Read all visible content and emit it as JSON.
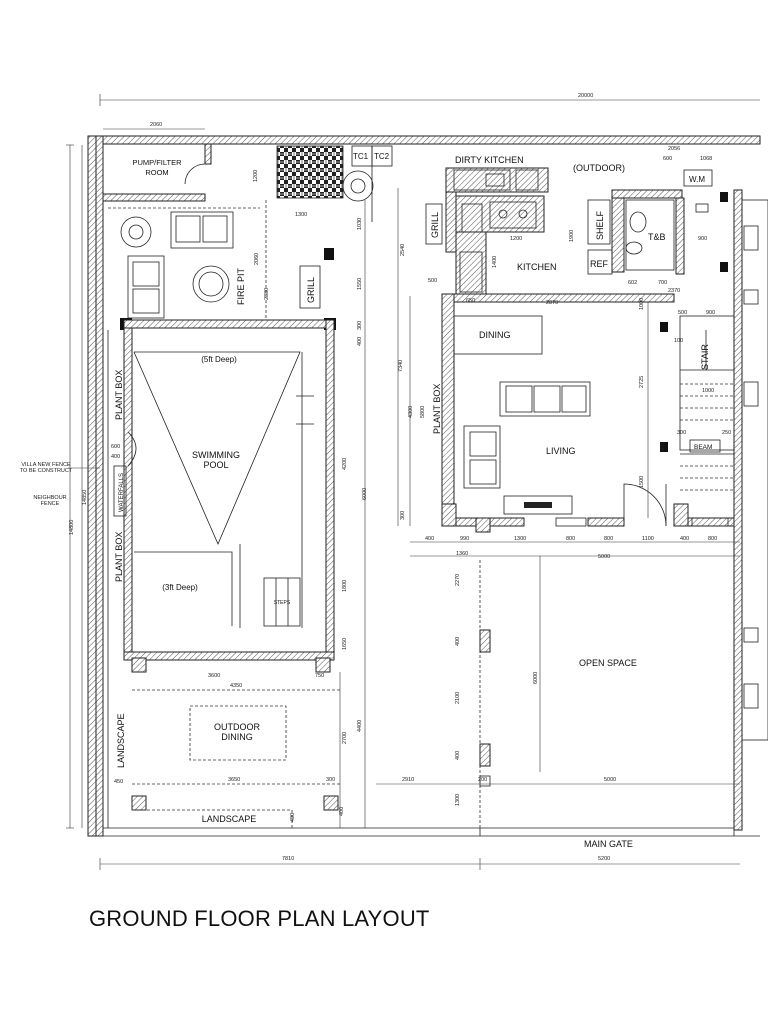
{
  "title": "GROUND FLOOR PLAN LAYOUT",
  "rooms": {
    "pump_filter": [
      "PUMP/FILTER",
      "ROOM"
    ],
    "tc1": "TC1",
    "tc2": "TC2",
    "dirty_kitchen": "DIRTY KITCHEN",
    "outdoor": "(OUTDOOR)",
    "wm": "W.M",
    "grill_kitchen": "GRILL",
    "shelf": "SHELF",
    "tb": "T&B",
    "kitchen": "KITCHEN",
    "ref": "REF",
    "fire_pit": "FIRE PIT",
    "grill_pool": "GRILL",
    "dining": "DINING",
    "plant_box_center": "PLANT BOX",
    "plant_box_left_top": "PLANT BOX",
    "plant_box_left_bottom": "PLANT BOX",
    "five_ft": "(5ft Deep)",
    "pool": [
      "SWIMMING",
      "POOL"
    ],
    "living": "LIVING",
    "stair": "STAIR",
    "beam": "BEAM",
    "waterfalls": "WATERFALLS",
    "three_ft": "(3ft Deep)",
    "steps": "STEPS",
    "open_space": "OPEN SPACE",
    "outdoor_dining": [
      "OUTDOOR",
      "DINING"
    ],
    "landscape_side": "LANDSCAPE",
    "landscape_bottom": "LANDSCAPE",
    "main_gate": "MAIN GATE"
  },
  "notes": {
    "villa_fence": [
      "VILLA NEW FENCE",
      "TO BE CONSTRUCT"
    ],
    "neighbour_fence": [
      "NEIGHBOUR",
      "FENCE"
    ]
  },
  "dims": {
    "top_total": "20000",
    "pump_w": "2060",
    "d1200a": "1200",
    "d1300": "1300",
    "d2000": "2060",
    "d2380": "2380",
    "d1030": "1030",
    "d1550": "1550",
    "d300a": "300",
    "d400a": "400",
    "d4200": "4200",
    "d6000": "6000",
    "d1800": "1800",
    "d1650": "1650",
    "d2700": "2700",
    "d4400": "4400",
    "d14800": "14800",
    "d14850": "14850",
    "d600": "600",
    "d400b": "400",
    "d2540": "2540",
    "d500": "500",
    "d650": "650",
    "d2870": "2870",
    "d1200b": "1200",
    "d1400": "1400",
    "d1900": "1900",
    "d7340": "7340",
    "d4300": "4300",
    "d5800": "5800",
    "d300b": "300",
    "d2056": "2056",
    "d600b": "600",
    "d1068": "1068",
    "d900": "900",
    "d602": "602",
    "d700": "700",
    "d2370": "2370",
    "d1000": "1000",
    "d500b": "500",
    "d900b": "900",
    "d100": "100",
    "d2725": "2725",
    "d1000b": "1000",
    "d300c": "300",
    "d250": "250",
    "d300d": "300",
    "d1500": "1500",
    "row1": [
      "400",
      "990",
      "1300",
      "800",
      "800",
      "1100",
      "400",
      "800"
    ],
    "d1360": "1360",
    "d5000a": "5000",
    "d2270": "2270",
    "d400c": "400",
    "d2100": "2100",
    "d400d": "400",
    "d1300b": "1300",
    "d6000b": "6000",
    "d3600": "3600",
    "d750": "750",
    "d4350": "4350",
    "d450": "450",
    "d3650": "3650",
    "d300e": "300",
    "d2910": "2910",
    "d200": "200",
    "d5000b": "5000",
    "d400e": "400",
    "d400f": "400",
    "bottom_left": "7810",
    "bottom_right": "5200"
  }
}
